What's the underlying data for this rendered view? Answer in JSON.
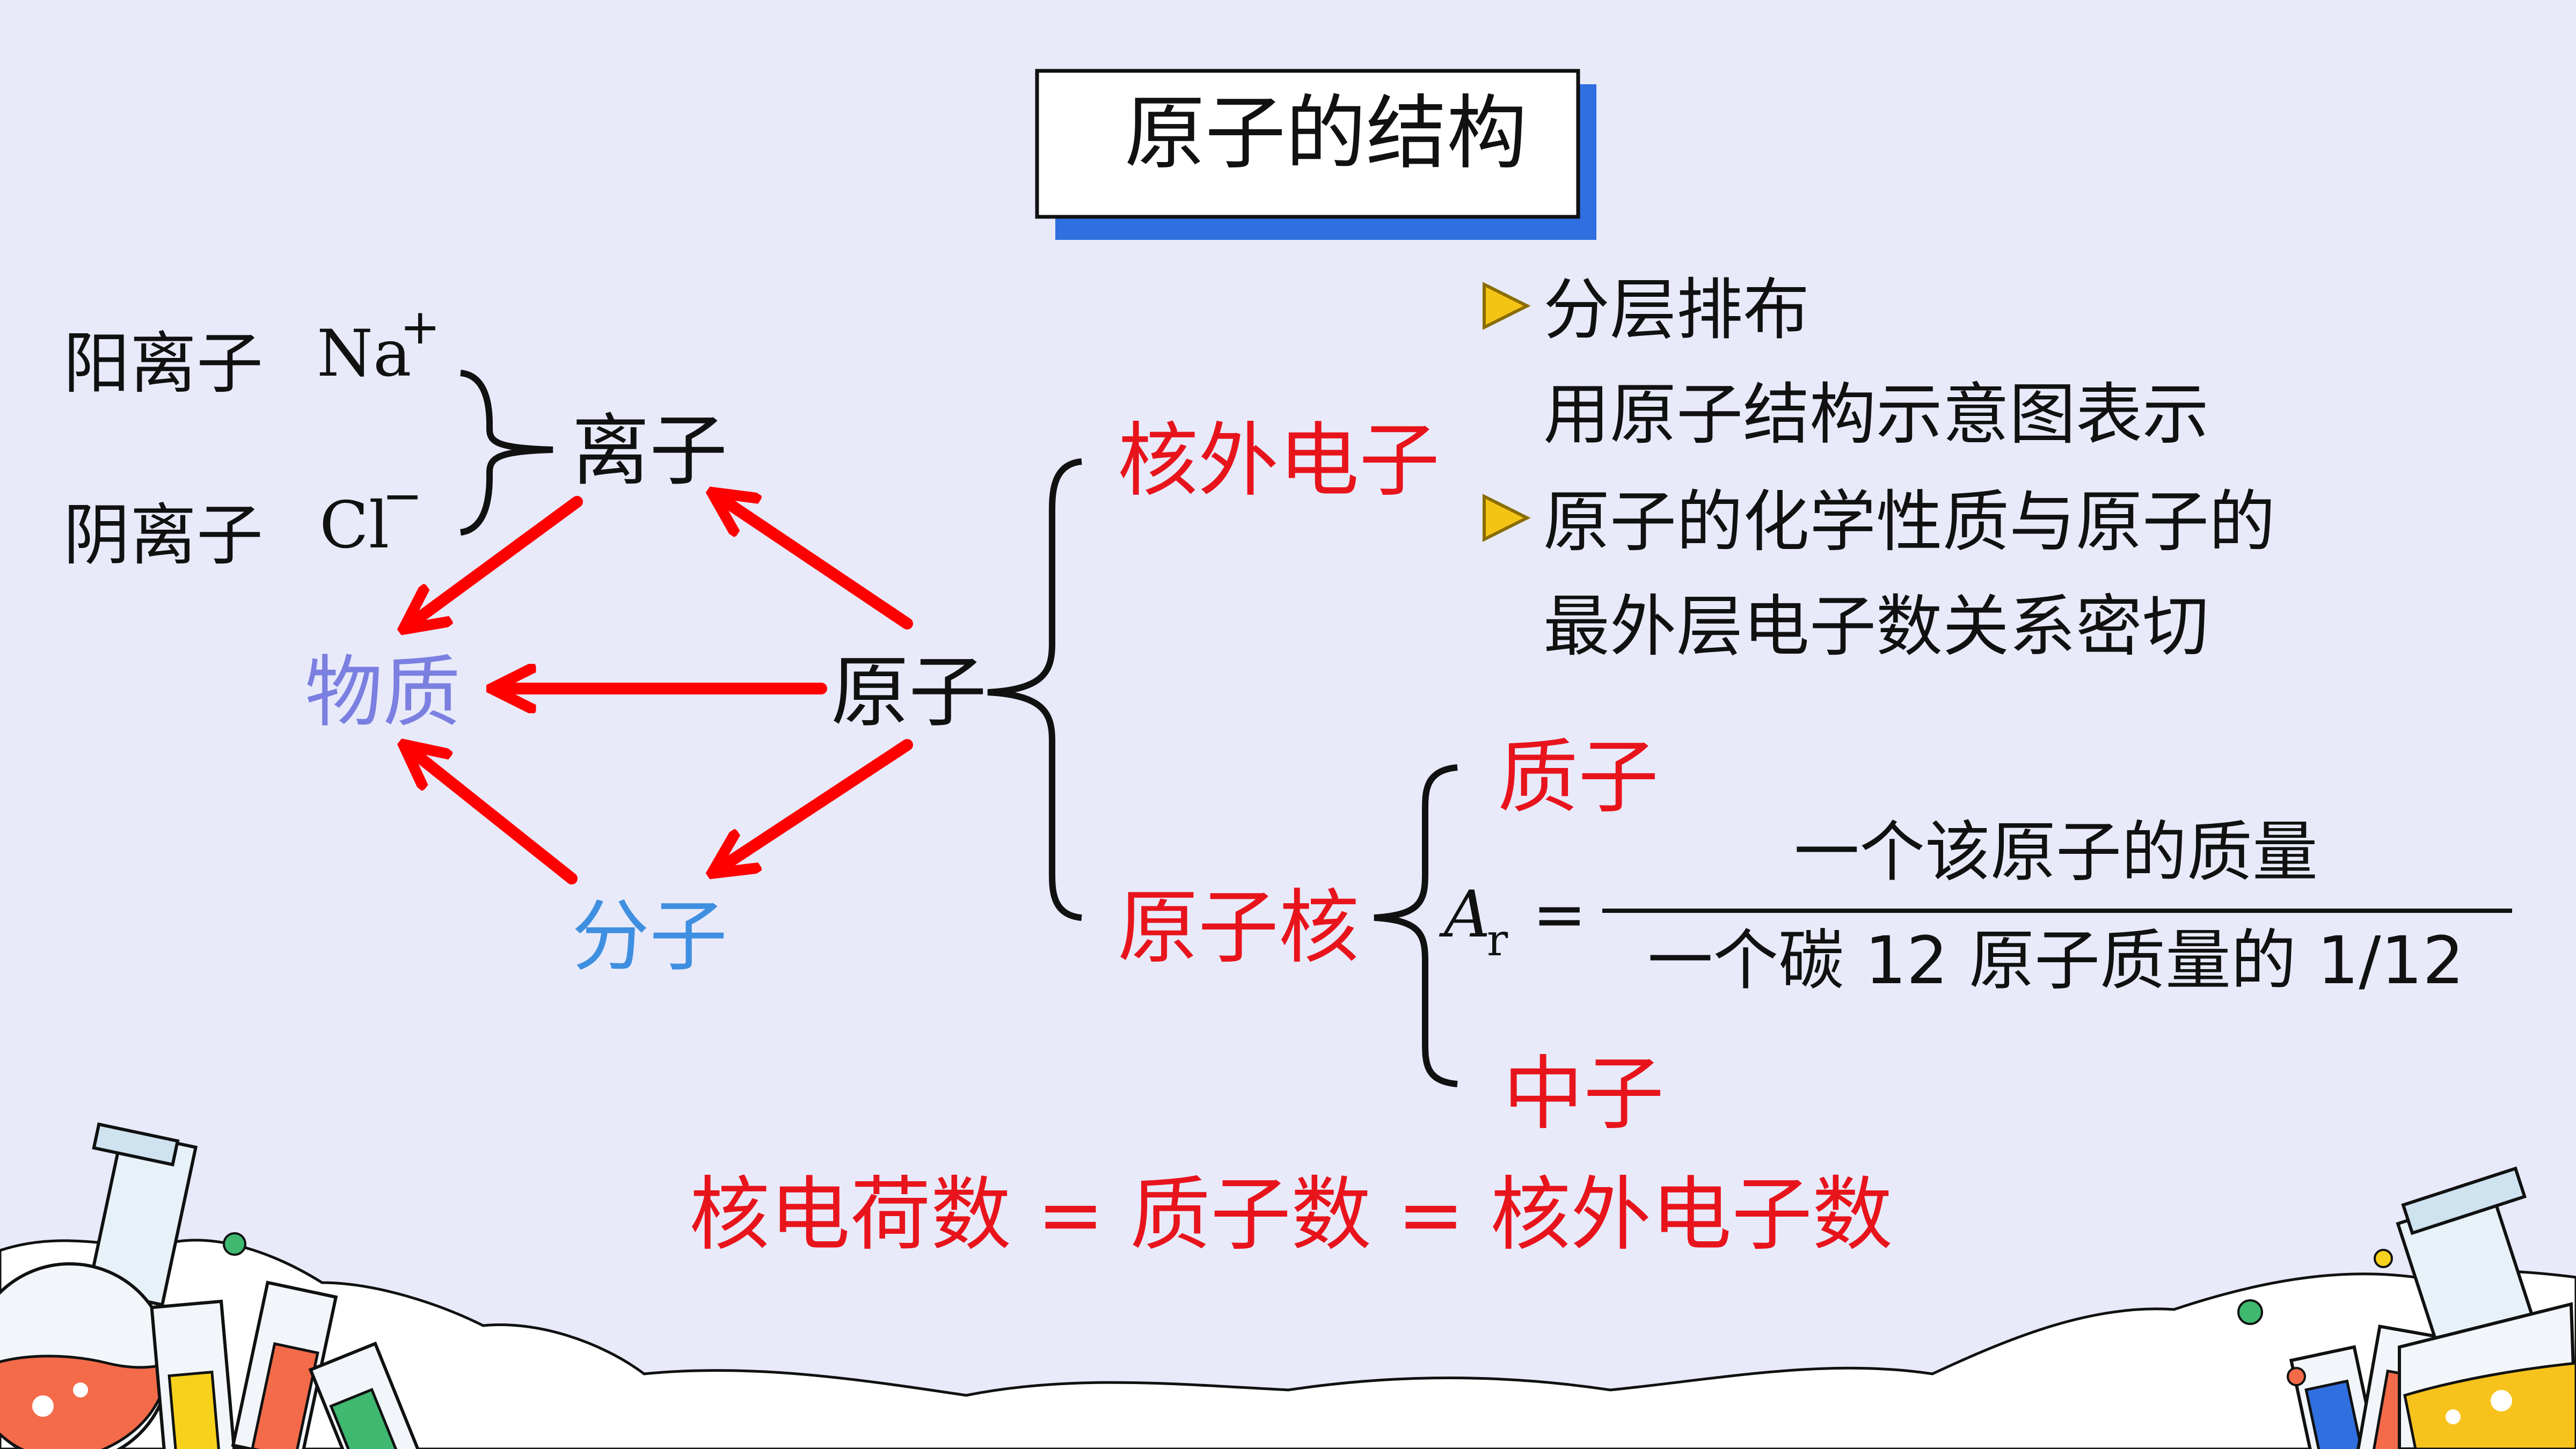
{
  "title": "原子的结构",
  "ions": {
    "cation_label": "阳离子",
    "cation_symbol": "Na",
    "cation_charge": "+",
    "anion_label": "阴离子",
    "anion_symbol": "Cl",
    "anion_charge": "−"
  },
  "nodes": {
    "ion": "离子",
    "matter": "物质",
    "atom": "原子",
    "molecule": "分子",
    "extranuclear_electrons": "核外电子",
    "nucleus": "原子核",
    "proton": "质子",
    "neutron": "中子"
  },
  "electron_notes": {
    "line1": "分层排布",
    "line2": "用原子结构示意图表示",
    "line3": "原子的化学性质与原子的",
    "line4": "最外层电子数关系密切"
  },
  "formula": {
    "symbol": "A",
    "subscript": "r",
    "equals": "=",
    "numerator": "一个该原子的质量",
    "denominator": "一个碳 12 原子质量的 1/12"
  },
  "relation": "核电荷数 = 质子数 = 核外电子数",
  "colors": {
    "background": "#e8eafa",
    "arrow": "#ff0000",
    "red_text": "#e8141c",
    "matter": "#7b7fe0",
    "molecule": "#3f8fe0",
    "title_shadow": "#2f6fe0",
    "bullet": "#f4c414"
  }
}
